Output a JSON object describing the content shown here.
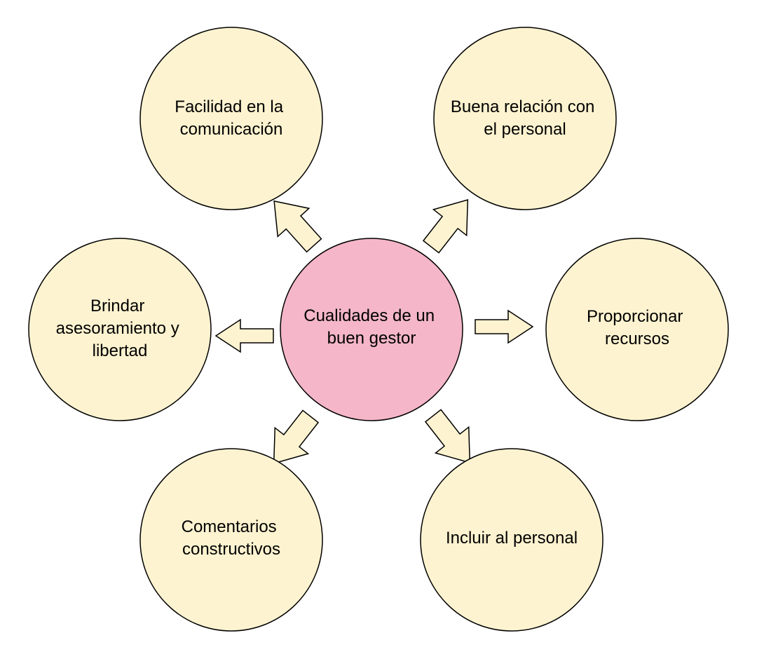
{
  "colors": {
    "center_fill": "#f4b6c8",
    "node_fill": "#fef3d0",
    "arrow_fill": "#fef3d0",
    "stroke": "#000000"
  },
  "center": {
    "lines": [
      "Cualidades de un",
      "buen gestor"
    ]
  },
  "nodes": [
    {
      "lines": [
        "Facilidad en la",
        "comunicación"
      ]
    },
    {
      "lines": [
        "Buena relación con",
        "el personal"
      ]
    },
    {
      "lines": [
        "Brindar",
        "asesoramiento y",
        "libertad"
      ]
    },
    {
      "lines": [
        "Proporcionar",
        "recursos"
      ]
    },
    {
      "lines": [
        "Comentarios",
        "constructivos"
      ]
    },
    {
      "lines": [
        "Incluir al personal"
      ]
    }
  ]
}
